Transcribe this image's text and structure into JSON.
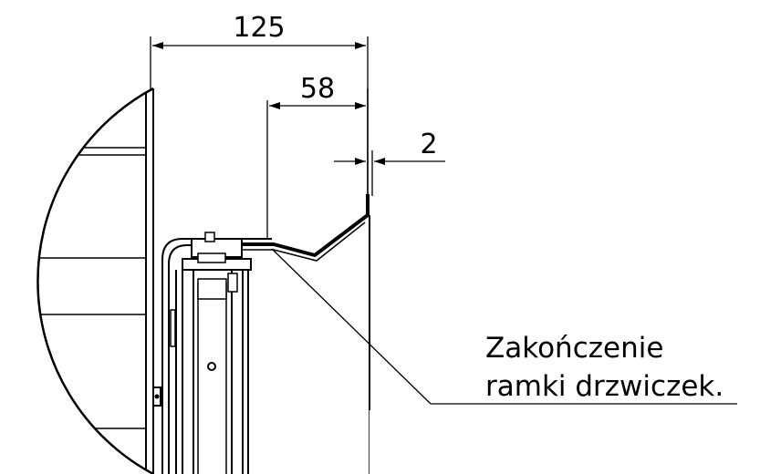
{
  "dimensions": {
    "overall": "125",
    "middle": "58",
    "gap": "2"
  },
  "callout": {
    "line1": "Zakończenie",
    "line2": "ramki drzwiczek."
  },
  "colors": {
    "ink": "#000000",
    "paper": "#ffffff"
  }
}
